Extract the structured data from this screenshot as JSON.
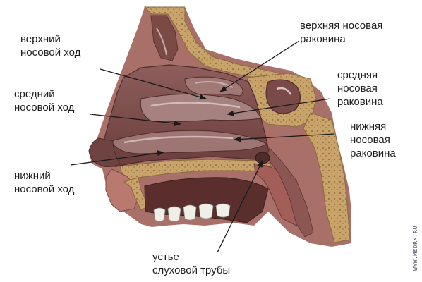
{
  "labels": {
    "upper_meatus": "верхний\nносовой ход",
    "middle_meatus": "средний\nносовой ход",
    "lower_meatus": "нижний\nносовой ход",
    "upper_concha": "верхняя носовая\nраковина",
    "middle_concha": "средняя\nносовая\nраковина",
    "lower_concha": "нижняя\nносовая\nраковина",
    "tube_orifice": "устье\nслуховой трубы"
  },
  "watermark": "WWW.MEDRK.RU",
  "colors": {
    "bone": "#c9a46a",
    "bone_dark": "#8a6a3c",
    "mucosa": "#7a4a48",
    "mucosa_light": "#a98280",
    "mucosa_highlight": "#c9adab",
    "soft_tissue": "#9c6a62",
    "tooth": "#efefe8",
    "line": "#1a1a1a"
  }
}
